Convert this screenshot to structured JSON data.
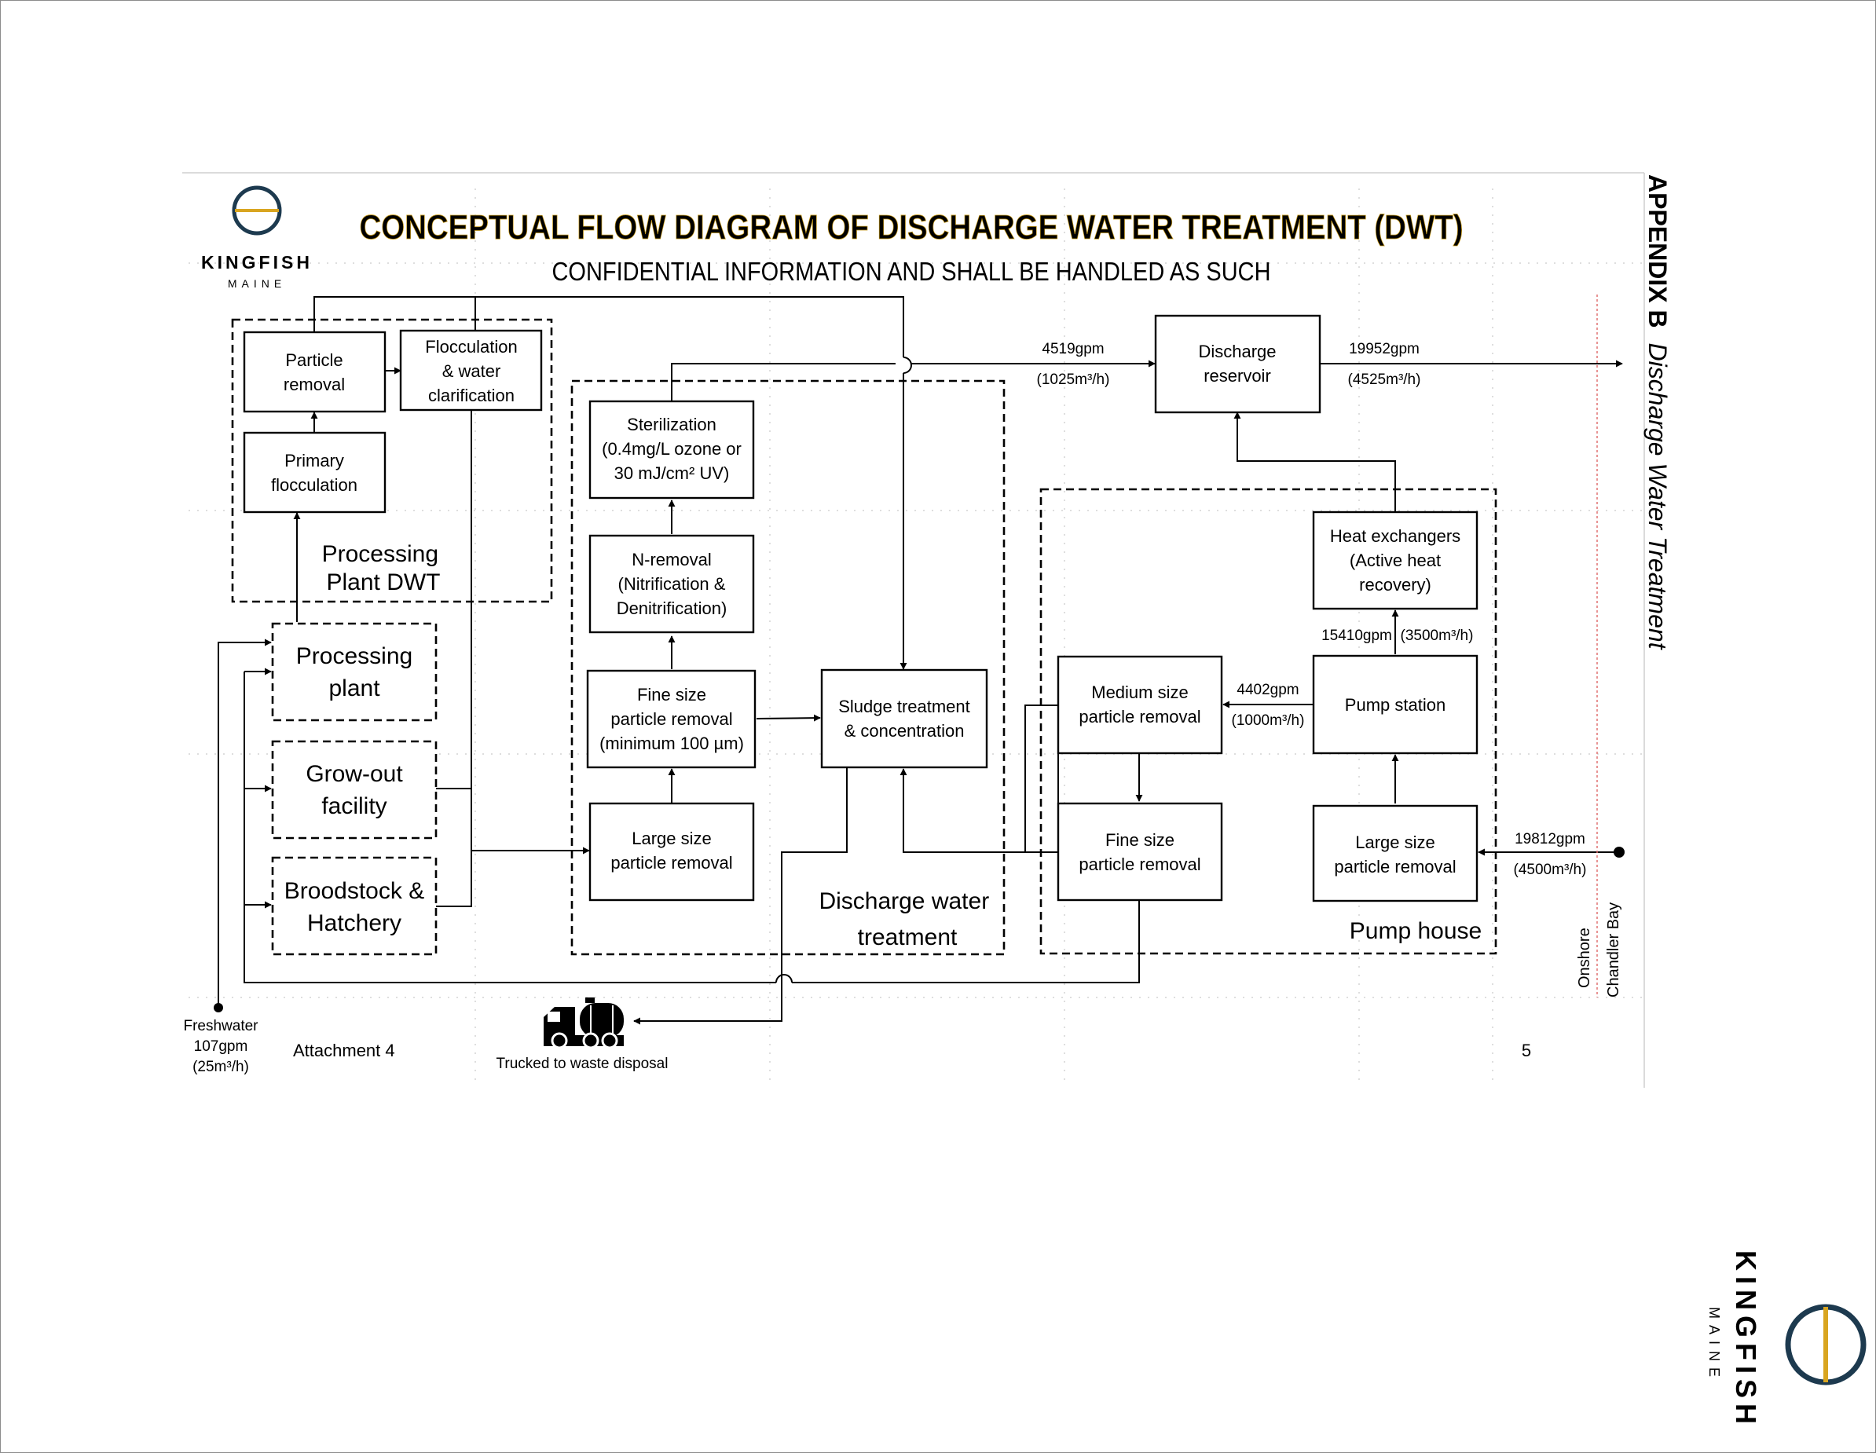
{
  "title": "CONCEPTUAL FLOW DIAGRAM OF DISCHARGE WATER TREATMENT (DWT)",
  "subtitle": "CONFIDENTIAL INFORMATION AND SHALL BE HANDLED AS SUCH",
  "logo": {
    "name": "KINGFISH",
    "sub": "MAINE",
    "icon": "kingfish-circle-logo",
    "colors": {
      "navy": "#1d3a4f",
      "gold": "#d9a520"
    }
  },
  "appendix": {
    "label": "APPENDIX B",
    "title": "Discharge Water Treatment"
  },
  "footer": {
    "attachment": "Attachment 4",
    "page_number": "5"
  },
  "groups": {
    "processing_plant_dwt": [
      "Processing",
      "Plant DWT"
    ],
    "discharge_water_treatment": [
      "Discharge water",
      "treatment"
    ],
    "pump_house": "Pump house"
  },
  "nodes": {
    "particle_removal": [
      "Particle",
      "removal"
    ],
    "flocculation": [
      "Flocculation",
      "& water",
      "clarification"
    ],
    "primary_flocculation": [
      "Primary",
      "flocculation"
    ],
    "processing_plant": [
      "Processing",
      "plant"
    ],
    "growout": [
      "Grow-out",
      "facility"
    ],
    "broodstock": [
      "Broodstock &",
      "Hatchery"
    ],
    "sterilization": [
      "Sterilization",
      "(0.4mg/L ozone or",
      "30 mJ/cm² UV)"
    ],
    "n_removal": [
      "N-removal",
      "(Nitrification &",
      "Denitrification)"
    ],
    "fine_dwt": [
      "Fine size",
      "particle removal",
      "(minimum 100 µm)"
    ],
    "large_dwt": [
      "Large size",
      "particle removal"
    ],
    "sludge": [
      "Sludge treatment",
      "& concentration"
    ],
    "discharge_reservoir": [
      "Discharge",
      "reservoir"
    ],
    "heat_exchangers": [
      "Heat exchangers",
      "(Active heat",
      "recovery)"
    ],
    "medium_ph": [
      "Medium size",
      "particle removal"
    ],
    "pump_station": "Pump station",
    "fine_ph": [
      "Fine size",
      "particle removal"
    ],
    "large_ph": [
      "Large size",
      "particle removal"
    ]
  },
  "flows": {
    "to_reservoir": {
      "gpm": "4519gpm",
      "m3h": "(1025m³/h)"
    },
    "reservoir_out": {
      "gpm": "19952gpm",
      "m3h": "(4525m³/h)"
    },
    "heat_exchanger": {
      "gpm": "15410gpm",
      "m3h": "(3500m³/h)"
    },
    "pump_to_medium": {
      "gpm": "4402gpm",
      "m3h": "(1000m³/h)"
    },
    "intake": {
      "gpm": "19812gpm",
      "m3h": "(4500m³/h)"
    },
    "freshwater": {
      "label": "Freshwater",
      "gpm": "107gpm",
      "m3h": "(25m³/h)"
    }
  },
  "truck_label": "Trucked to waste disposal",
  "truck_icon": "tanker-truck-icon",
  "side_labels": {
    "onshore": "Onshore",
    "chandler_bay": "Chandler Bay",
    "color": "#e03030"
  }
}
